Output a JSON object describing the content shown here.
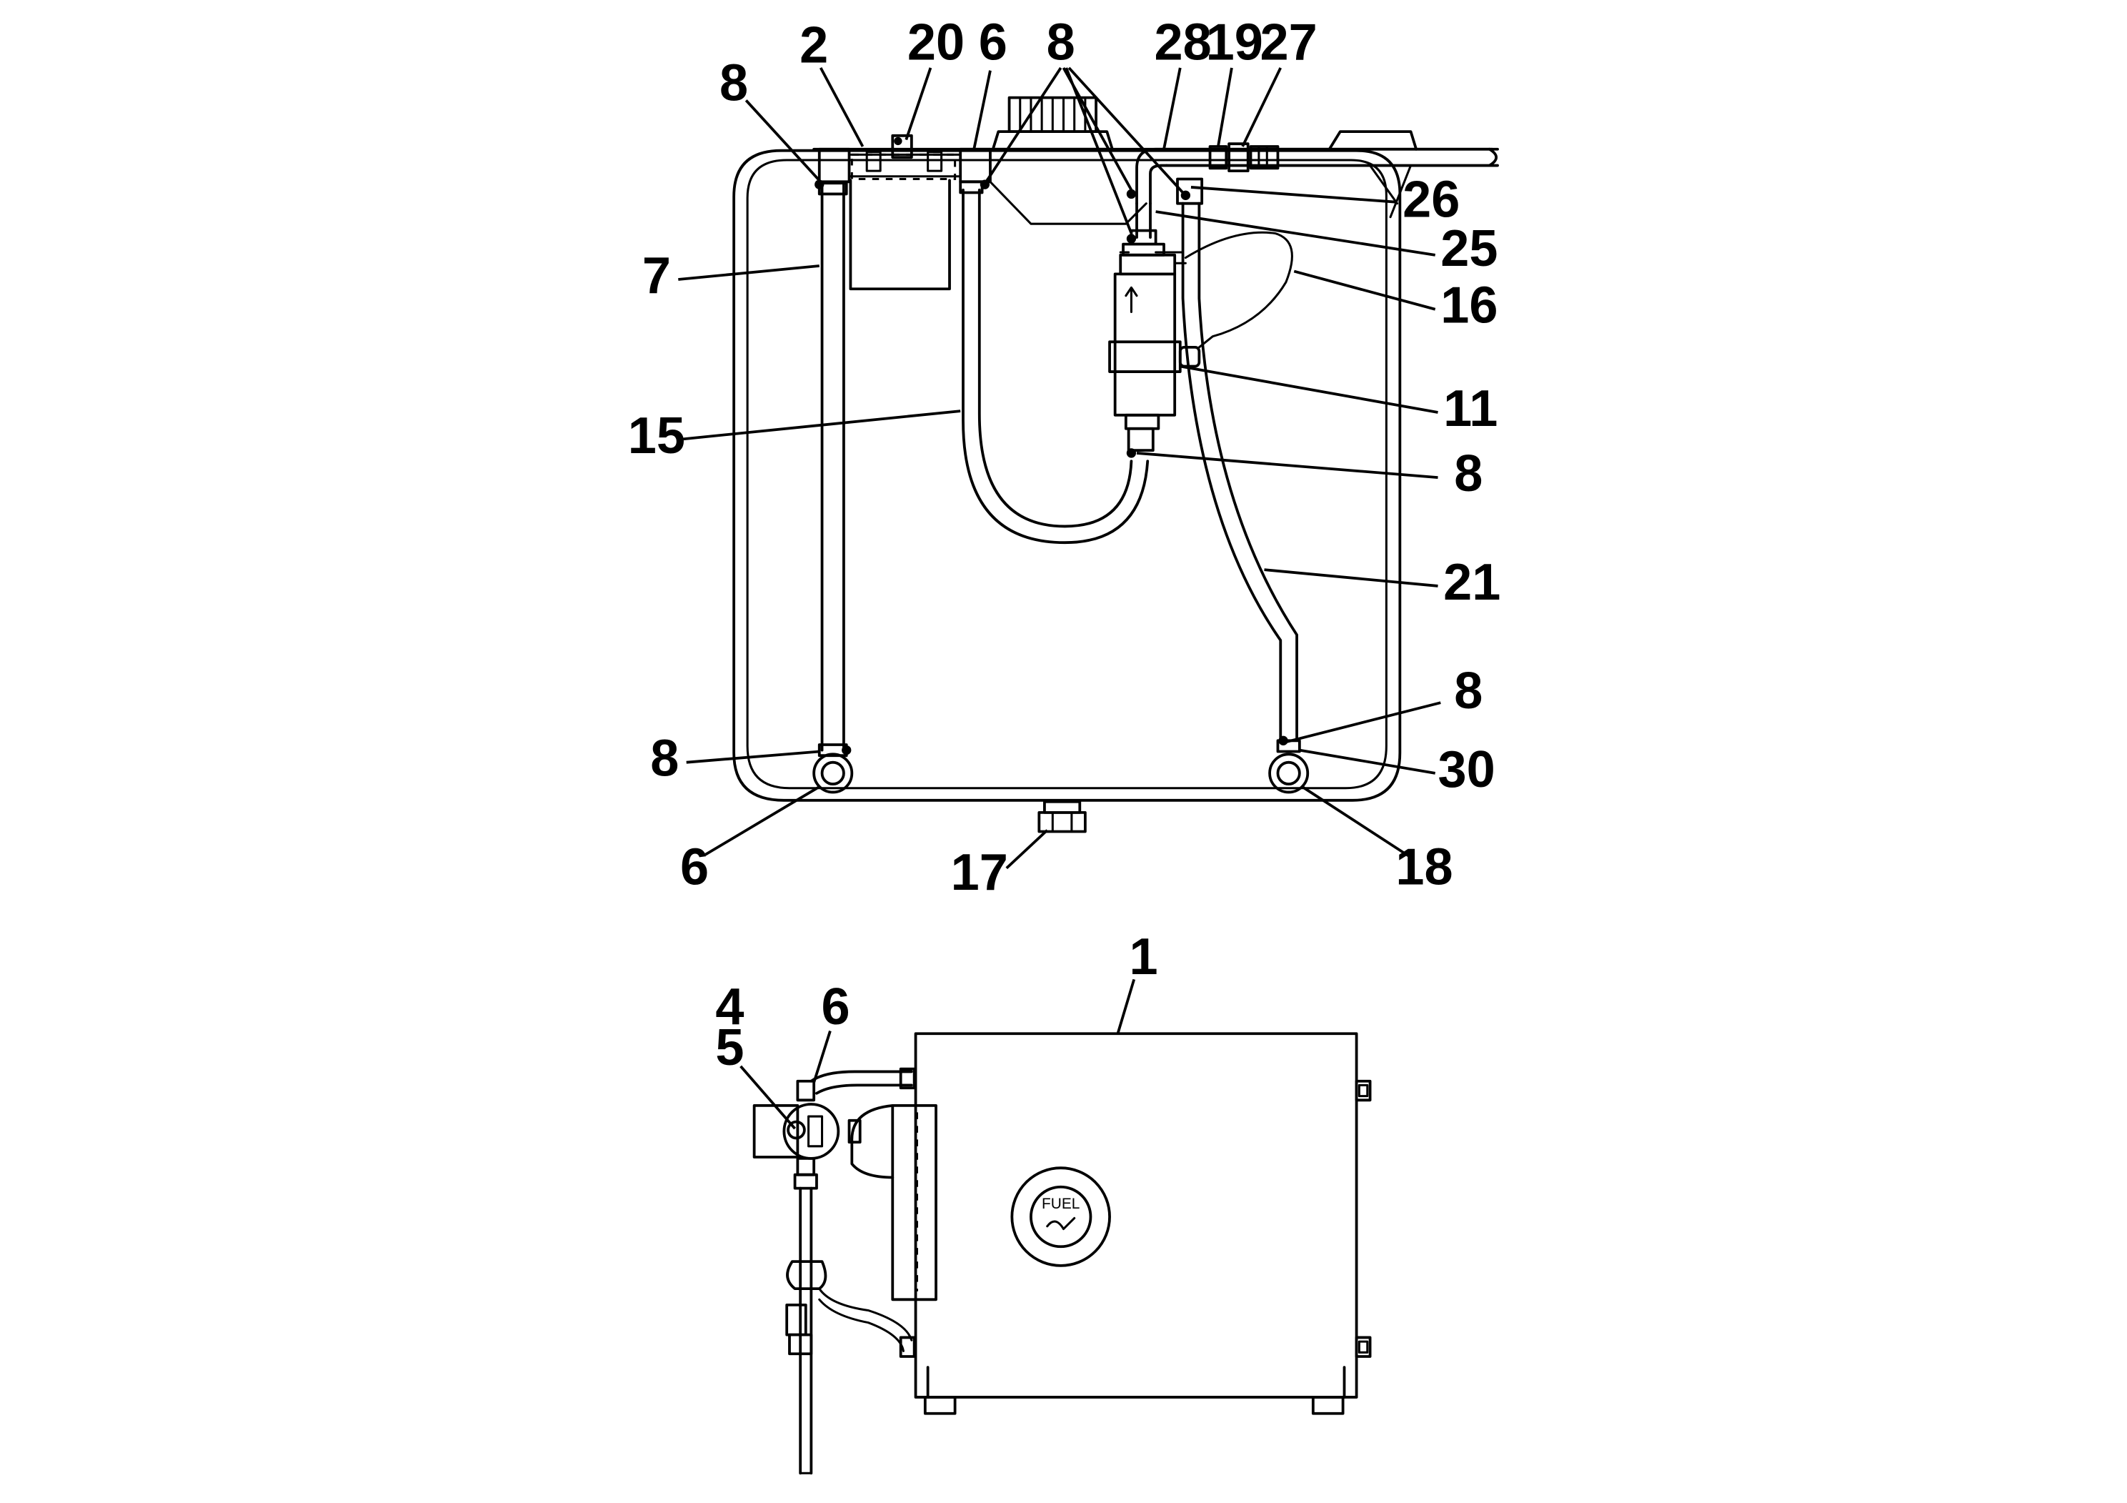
{
  "diagram": {
    "callouts": [
      {
        "id": "c2",
        "label": "2"
      },
      {
        "id": "c20",
        "label": "20"
      },
      {
        "id": "c6a",
        "label": "6"
      },
      {
        "id": "c8top",
        "label": "8"
      },
      {
        "id": "c28",
        "label": "28"
      },
      {
        "id": "c19",
        "label": "19"
      },
      {
        "id": "c27",
        "label": "27"
      },
      {
        "id": "c8a",
        "label": "8"
      },
      {
        "id": "c26",
        "label": "26"
      },
      {
        "id": "c25",
        "label": "25"
      },
      {
        "id": "c7",
        "label": "7"
      },
      {
        "id": "c16",
        "label": "16"
      },
      {
        "id": "c15",
        "label": "15"
      },
      {
        "id": "c11",
        "label": "11"
      },
      {
        "id": "c8b",
        "label": "8"
      },
      {
        "id": "c21",
        "label": "21"
      },
      {
        "id": "c8c",
        "label": "8"
      },
      {
        "id": "c8d",
        "label": "8"
      },
      {
        "id": "c30",
        "label": "30"
      },
      {
        "id": "c6b",
        "label": "6"
      },
      {
        "id": "c17",
        "label": "17"
      },
      {
        "id": "c18",
        "label": "18"
      },
      {
        "id": "c1",
        "label": "1"
      },
      {
        "id": "c4",
        "label": "4"
      },
      {
        "id": "c6c",
        "label": "6"
      },
      {
        "id": "c5",
        "label": "5"
      }
    ],
    "gauge_label": "FUEL"
  }
}
